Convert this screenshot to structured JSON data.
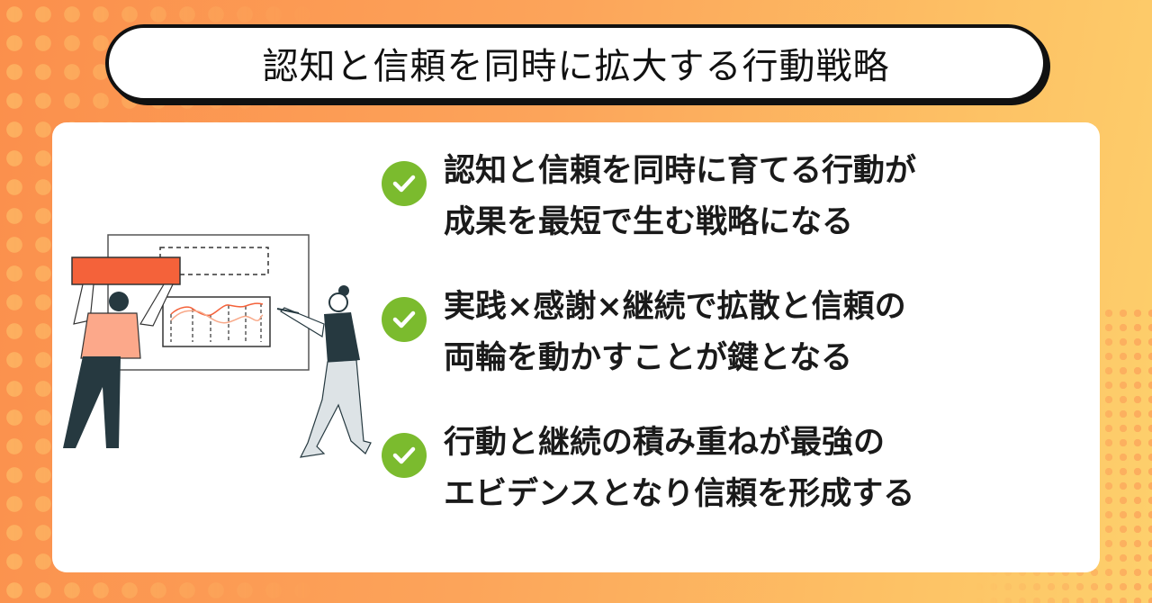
{
  "title": "認知と信頼を同時に拡大する行動戦略",
  "points": [
    {
      "icon": "check-circle-icon",
      "lines": [
        "認知と信頼を同時に育てる行動が",
        "成果を最短で生む戦略になる"
      ]
    },
    {
      "icon": "check-circle-icon",
      "lines": [
        "実践×感謝×継続で拡散と信頼の",
        "両輪を動かすことが鍵となる"
      ]
    },
    {
      "icon": "check-circle-icon",
      "lines": [
        "行動と継続の積み重ねが最強の",
        "エビデンスとなり信頼を形成する"
      ]
    }
  ],
  "colors": {
    "accent": "#f4623a",
    "check": "#7bbb2e",
    "dark": "#263940"
  }
}
